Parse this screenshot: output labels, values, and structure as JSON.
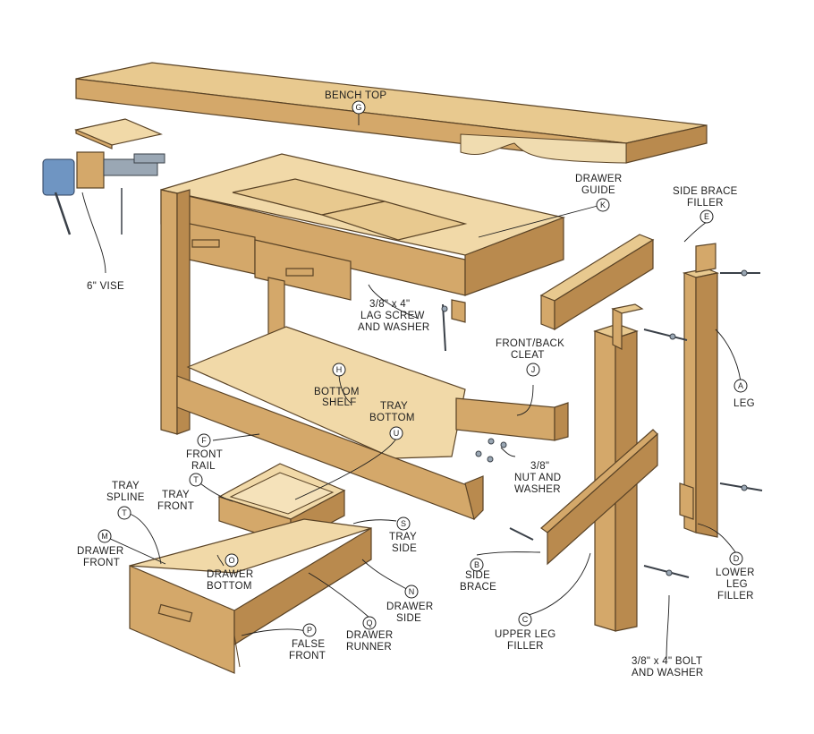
{
  "labels": {
    "bench_top": "BENCH TOP",
    "vise_6": "6\" VISE",
    "drawer_guide_1": "DRAWER",
    "drawer_guide_2": "GUIDE",
    "side_brace_filler_1": "SIDE BRACE",
    "side_brace_filler_2": "FILLER",
    "lag_1": "3/8\" x 4\"",
    "lag_2": "LAG SCREW",
    "lag_3": "AND WASHER",
    "cleat_1": "FRONT/BACK",
    "cleat_2": "CLEAT",
    "bottom_shelf_1": "BOTTOM",
    "bottom_shelf_2": "SHELF",
    "tray_bottom_1": "TRAY",
    "tray_bottom_2": "BOTTOM",
    "leg": "LEG",
    "front_rail_1": "FRONT",
    "front_rail_2": "RAIL",
    "nut_1": "3/8\"",
    "nut_2": "NUT AND",
    "nut_3": "WASHER",
    "tray_spline_1": "TRAY",
    "tray_spline_2": "SPLINE",
    "tray_front_1": "TRAY",
    "tray_front_2": "FRONT",
    "drawer_front_1": "DRAWER",
    "drawer_front_2": "FRONT",
    "drawer_bottom_1": "DRAWER",
    "drawer_bottom_2": "BOTTOM",
    "tray_side_1": "TRAY",
    "tray_side_2": "SIDE",
    "side_brace_1": "SIDE",
    "side_brace_2": "BRACE",
    "lower_leg_filler_1": "LOWER",
    "lower_leg_filler_2": "LEG",
    "lower_leg_filler_3": "FILLER",
    "drawer_side_1": "DRAWER",
    "drawer_side_2": "SIDE",
    "drawer_runner_1": "DRAWER",
    "drawer_runner_2": "RUNNER",
    "false_front_1": "FALSE",
    "false_front_2": "FRONT",
    "upper_leg_filler_1": "UPPER LEG",
    "upper_leg_filler_2": "FILLER",
    "bolt_1": "3/8\" x 4\" BOLT",
    "bolt_2": "AND WASHER"
  },
  "badges": {
    "G": "G",
    "K": "K",
    "E": "E",
    "H": "H",
    "J": "J",
    "U": "U",
    "A": "A",
    "F": "F",
    "T": "T",
    "M": "M",
    "O": "O",
    "S": "S",
    "B": "B",
    "D": "D",
    "N": "N",
    "Q": "Q",
    "P": "P",
    "C": "C"
  }
}
